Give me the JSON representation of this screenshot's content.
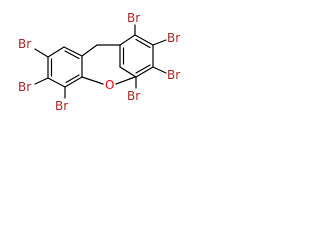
{
  "molecule": {
    "atom_labels": {
      "br1": "Br",
      "br2": "Br",
      "br3": "Br",
      "br4": "Br",
      "br6": "Br",
      "br7": "Br",
      "br8": "Br",
      "o": "O"
    },
    "colors": {
      "bromine": "#a52a2a",
      "oxygen": "#ff0000",
      "bond": "#000000",
      "background": "#ffffff"
    }
  }
}
